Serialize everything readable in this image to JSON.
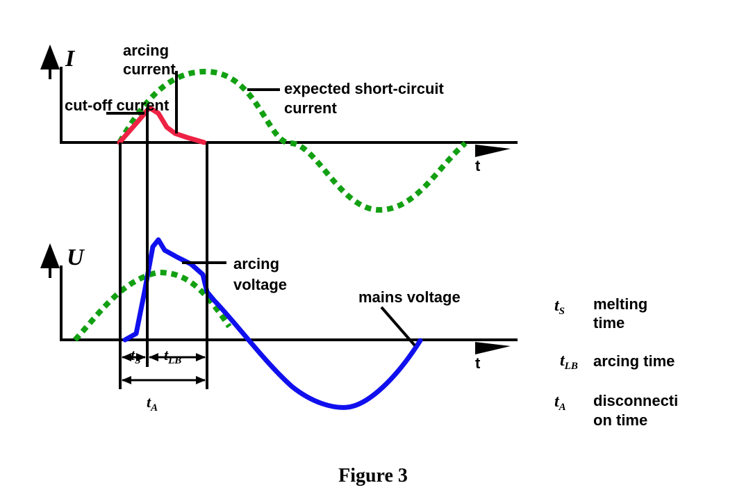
{
  "diagram": {
    "current_axis": {
      "symbol": "I",
      "time_label": "t"
    },
    "voltage_axis": {
      "symbol": "U",
      "time_label": "t"
    },
    "annotations": {
      "arcing_current": [
        "arcing",
        "current"
      ],
      "cut_off_current": "cut-off current",
      "expected_short_circuit": [
        "expected short-circuit",
        "current"
      ],
      "arcing_voltage": [
        "arcing",
        "voltage"
      ],
      "mains_voltage": "mains voltage"
    },
    "intervals": {
      "ts": {
        "symbol": "t",
        "sub": "S"
      },
      "tlb": {
        "symbol": "t",
        "sub": "LB"
      },
      "ta": {
        "symbol": "t",
        "sub": "A"
      }
    },
    "legend": [
      {
        "symbol": "t",
        "sub": "S",
        "text": [
          "melting",
          "time"
        ]
      },
      {
        "symbol": "t",
        "sub": "LB",
        "text": [
          "arcing time"
        ]
      },
      {
        "symbol": "t",
        "sub": "A",
        "text": [
          "disconnecti",
          "on time"
        ]
      }
    ],
    "colors": {
      "expected_current": "#12a012",
      "arc_current": "#ee2244",
      "voltage": "#1010ee",
      "axes": "#000000"
    },
    "caption": "Figure 3"
  }
}
